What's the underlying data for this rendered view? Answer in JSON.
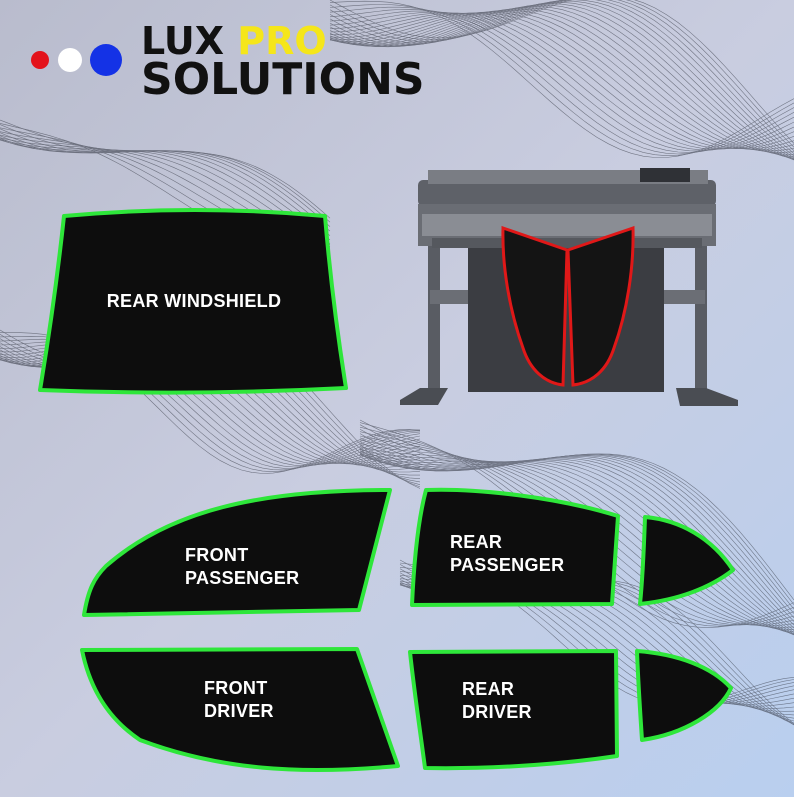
{
  "brand": {
    "line1_a": "LUX",
    "line1_b": "PRO",
    "line2": "SOLUTIONS",
    "dots": [
      "#e3131b",
      "#ffffff",
      "#1432e6"
    ],
    "accent": "#f5e61a"
  },
  "pieces": {
    "rear_windshield": "REAR WINDSHIELD",
    "front_passenger_1": "FRONT",
    "front_passenger_2": "PASSENGER",
    "rear_passenger_1": "REAR",
    "rear_passenger_2": "PASSENGER",
    "front_driver_1": "FRONT",
    "front_driver_2": "DRIVER",
    "rear_driver_1": "REAR",
    "rear_driver_2": "DRIVER"
  },
  "colors": {
    "outline": "#2ee63a",
    "film": "#0d0d0d",
    "cut_line": "#e01818"
  }
}
